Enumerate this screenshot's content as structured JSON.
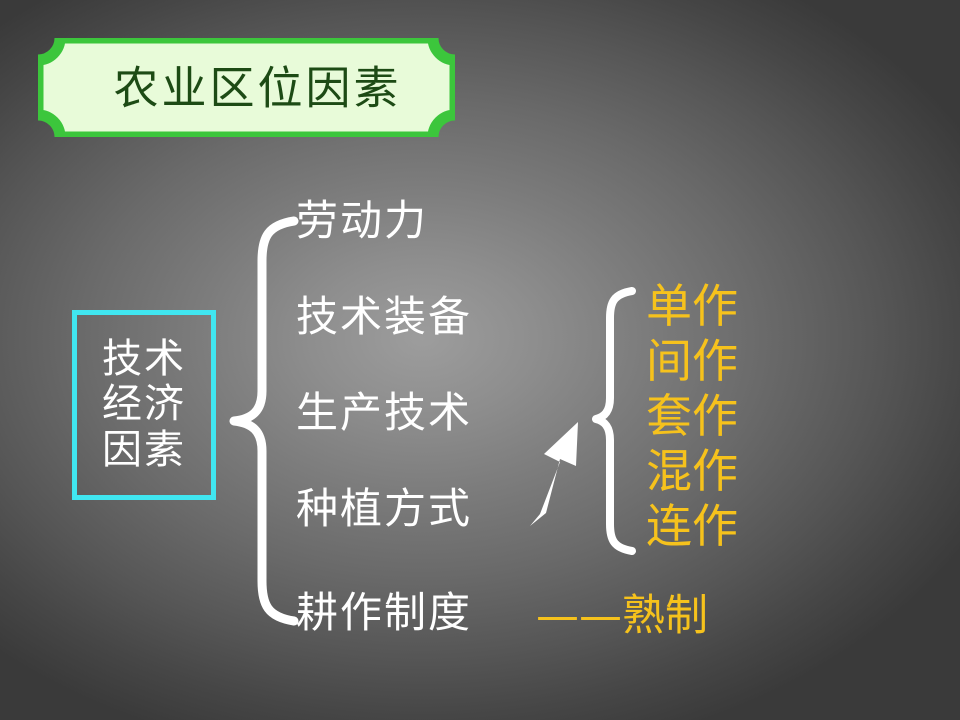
{
  "slide": {
    "background_center_color": "#9d9d9d",
    "background_edge_color": "#3a3a3a"
  },
  "title_banner": {
    "text": "农业区位因素",
    "fill_color": "#e8fbd9",
    "border_color": "#3cc63c",
    "text_color": "#1d4b15"
  },
  "left_box": {
    "border_color": "#40e6f0",
    "text_color": "#ffffff",
    "lines": [
      "技术",
      "经济",
      "因素"
    ]
  },
  "factor_list": {
    "text_color": "#ffffff",
    "items": [
      "劳动力",
      "技术装备",
      "生产技术",
      "种植方式",
      "耕作制度"
    ]
  },
  "cropping_list": {
    "text_color": "#f6c21c",
    "items": [
      "单作",
      "间作",
      "套作",
      "混作",
      "连作"
    ]
  },
  "note": {
    "text": "——熟制",
    "text_color": "#f6c21c"
  },
  "connectors": {
    "big_brace": "left-curly-brace",
    "small_brace": "left-curly-brace",
    "arrow": "up-right-arrow",
    "color": "#ffffff"
  }
}
